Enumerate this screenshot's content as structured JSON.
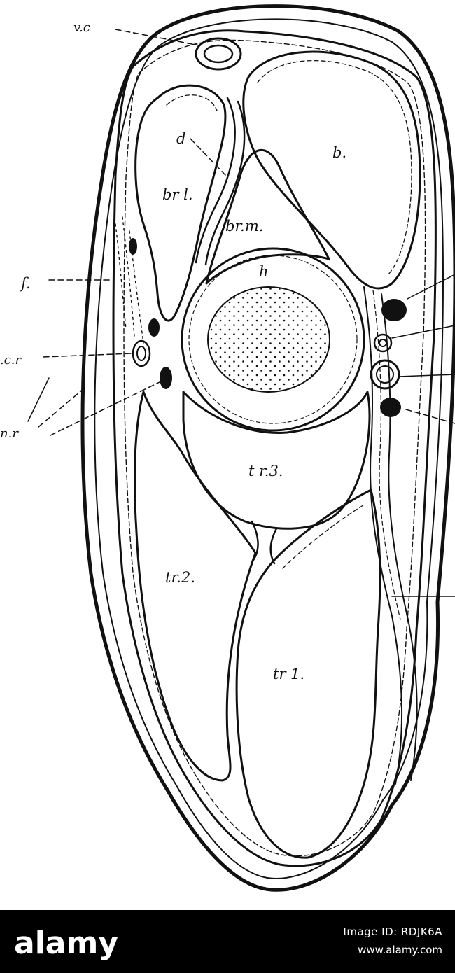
{
  "figure": {
    "labels": {
      "vc": "v.c",
      "d": "d",
      "b": "b.",
      "brl": "br l.",
      "brm": "br.m.",
      "h": "h",
      "f": "f.",
      "cr": ".c.r",
      "nr": "n.r",
      "tr3": "t r.3.",
      "tr2": "tr.2.",
      "tr1": "tr 1."
    },
    "colors": {
      "ink": "#111111",
      "background": "#ffffff"
    }
  },
  "watermark": {
    "logo_text": "alamy",
    "image_id": "Image ID: RDJK6A",
    "url": "www.alamy.com",
    "colors": {
      "bar": "#000000",
      "text": "#ffffff"
    }
  }
}
